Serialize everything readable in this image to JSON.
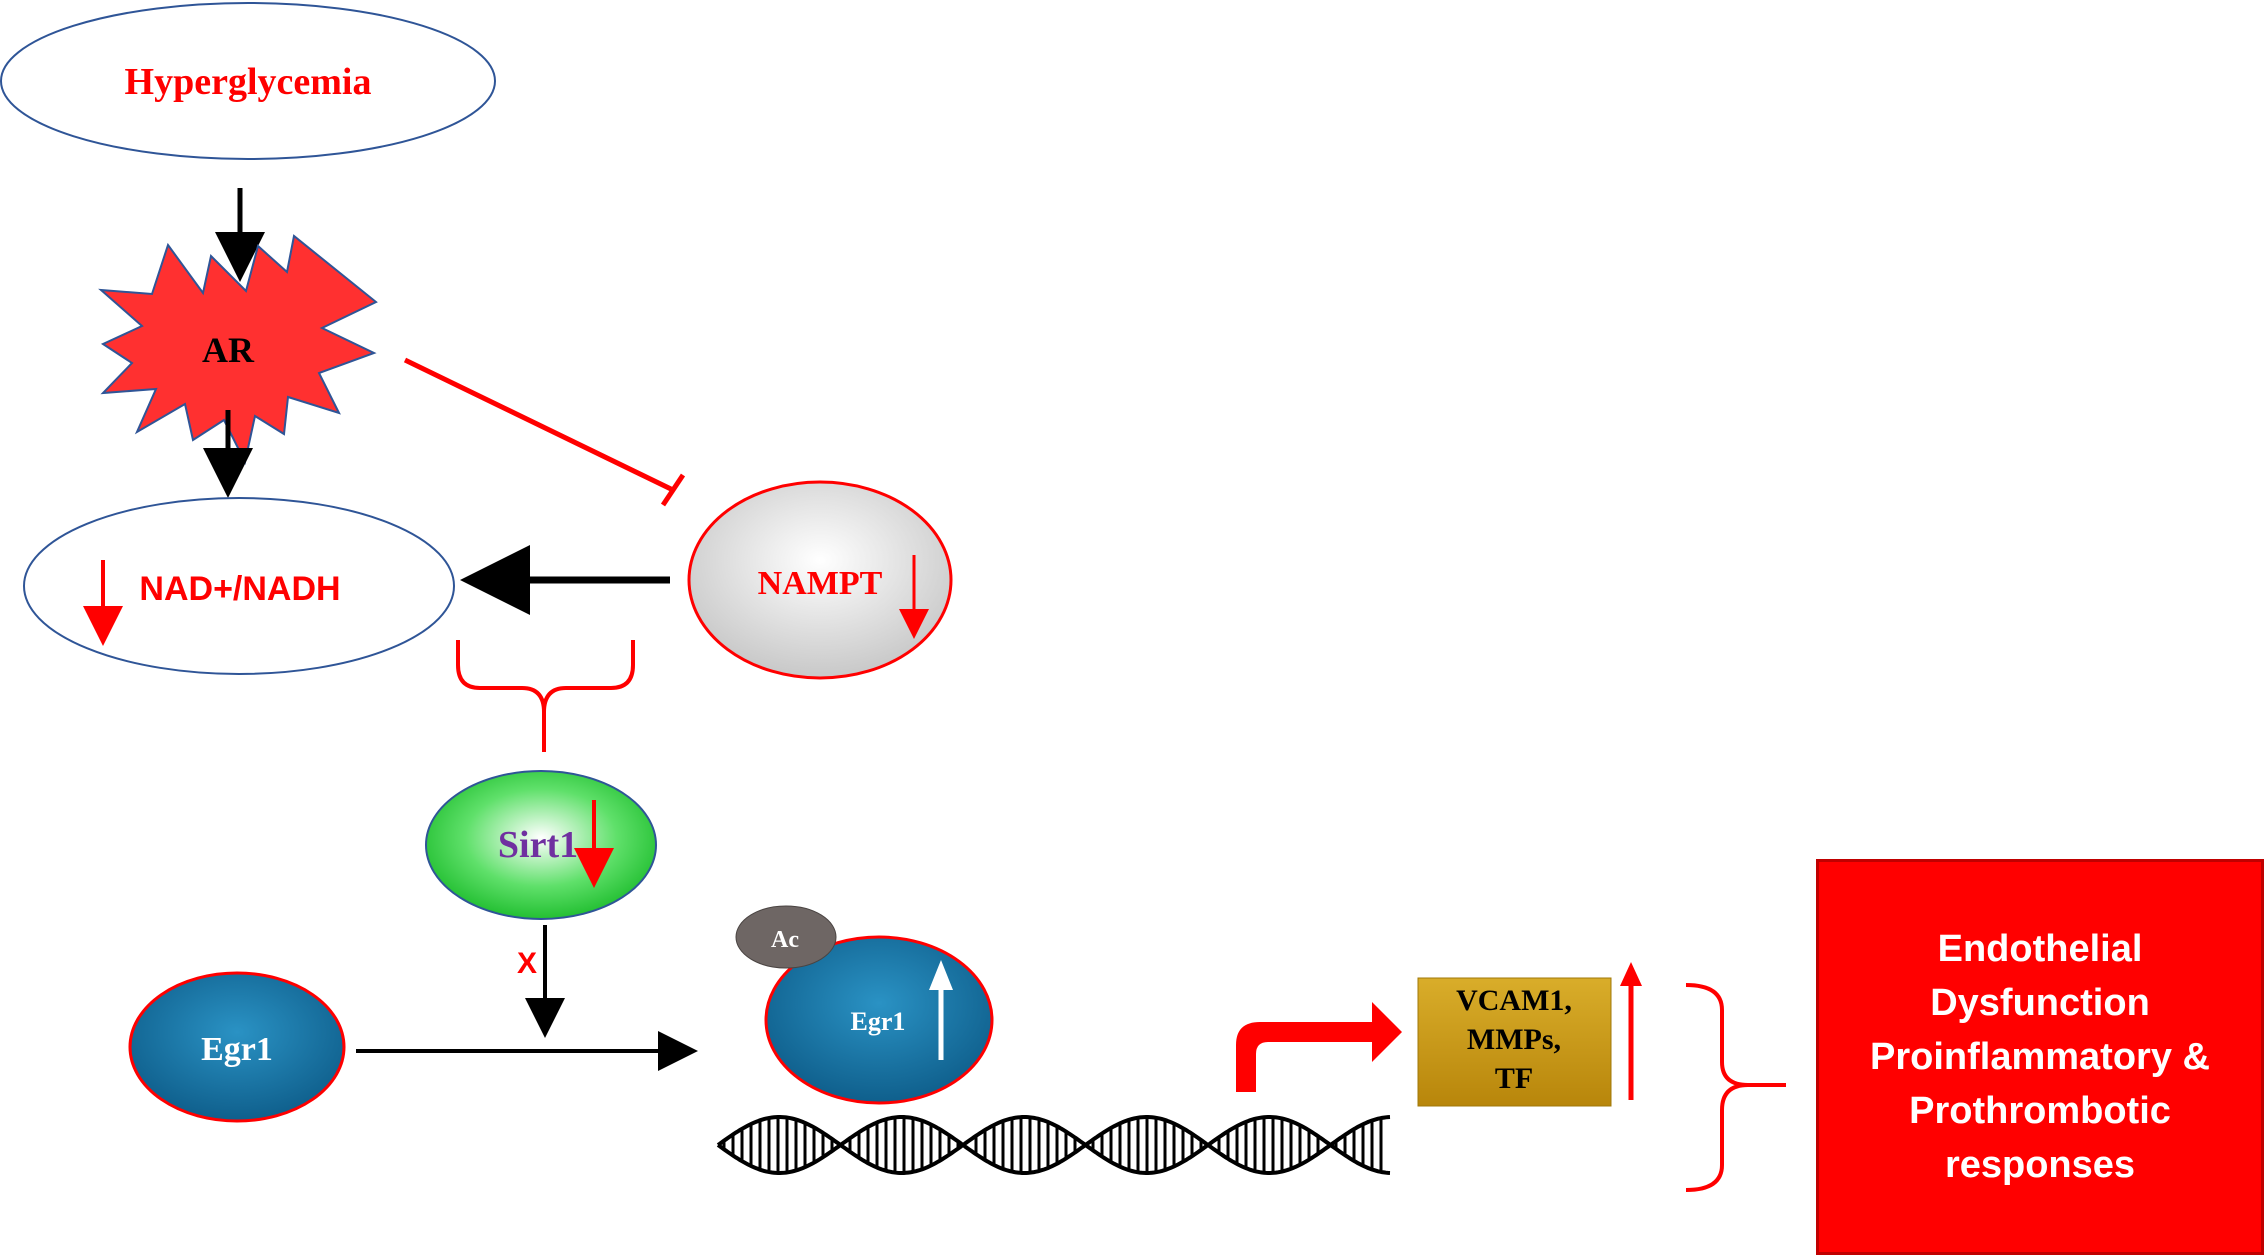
{
  "nodes": {
    "hyperglycemia": "Hyperglycemia",
    "ar": "AR",
    "nad": "NAD+/NADH",
    "nampt": "NAMPT",
    "sirt1": "Sirt1",
    "egr1_left": "Egr1",
    "egr1_right": "Egr1",
    "acetyl": "Ac",
    "targets": [
      "VCAM1,",
      "MMPs,",
      "TF"
    ],
    "block_mark": "X",
    "outcome": [
      "Endothelial",
      "Dysfunction",
      "Proinflammatory &",
      "Prothrombotic",
      "responses"
    ]
  },
  "colors": {
    "red": "#ff0000",
    "black": "#000000",
    "blue_node": "#1f7fb0",
    "green_node": "#2ed63a",
    "gold_box": "#c89a10",
    "purple_text": "#7030a0",
    "outline_blue": "#2f5597"
  }
}
